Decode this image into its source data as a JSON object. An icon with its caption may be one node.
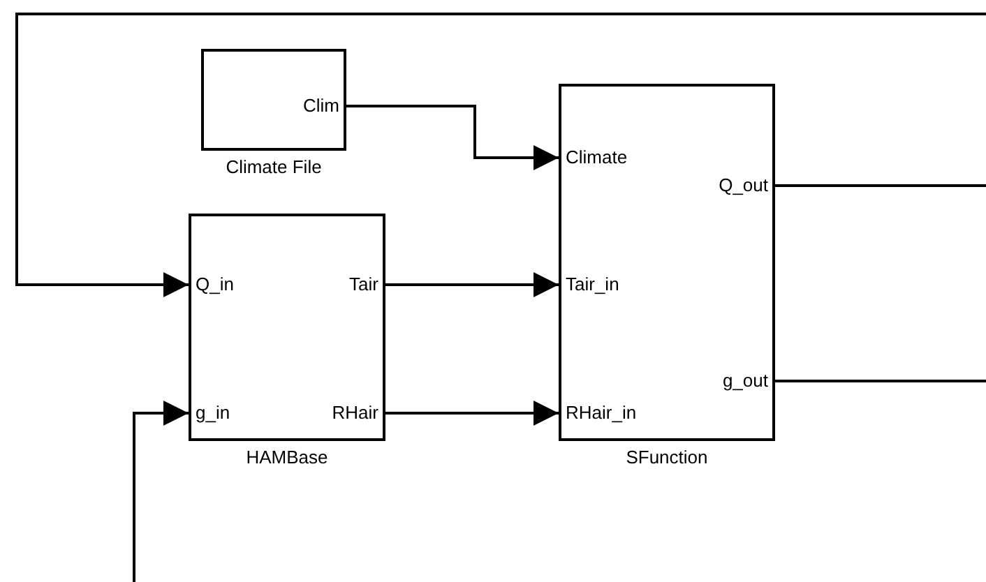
{
  "diagram": {
    "nodes": [
      {
        "text": [
          "Climate File"
        ]
      },
      {
        "text": [
          "Clim"
        ],
        "in": 0
      },
      {
        "text": [
          "SFunction"
        ]
      },
      {
        "text": [
          "Climate"
        ],
        "in": 2
      },
      {
        "text": [
          "Q_out"
        ],
        "in": 2
      },
      {
        "text": [
          "Tair_in"
        ],
        "in": 2
      },
      {
        "text": [
          "g_out"
        ],
        "in": 2
      },
      {
        "text": [
          "RHair_in"
        ],
        "in": 2
      },
      {
        "text": [
          "HAMBase"
        ]
      },
      {
        "text": [
          "Q_in"
        ],
        "in": 8
      },
      {
        "text": [
          "Tair"
        ],
        "in": 8
      },
      {
        "text": [
          "g_in"
        ],
        "in": 8
      },
      {
        "text": [
          "RHair"
        ],
        "in": 8
      }
    ],
    "edges": [
      {
        "from": 1,
        "to": 3,
        "arrow": "to"
      },
      {
        "from": 10,
        "to": 5,
        "arrow": "to"
      },
      {
        "from": 12,
        "to": 7,
        "arrow": "to"
      },
      {
        "from": 4,
        "to": null,
        "arrow": "none"
      },
      {
        "from": 6,
        "to": null,
        "arrow": "none"
      },
      {
        "from": null,
        "to": 9,
        "arrow": "to"
      },
      {
        "from": null,
        "to": 11,
        "arrow": "to"
      }
    ]
  }
}
